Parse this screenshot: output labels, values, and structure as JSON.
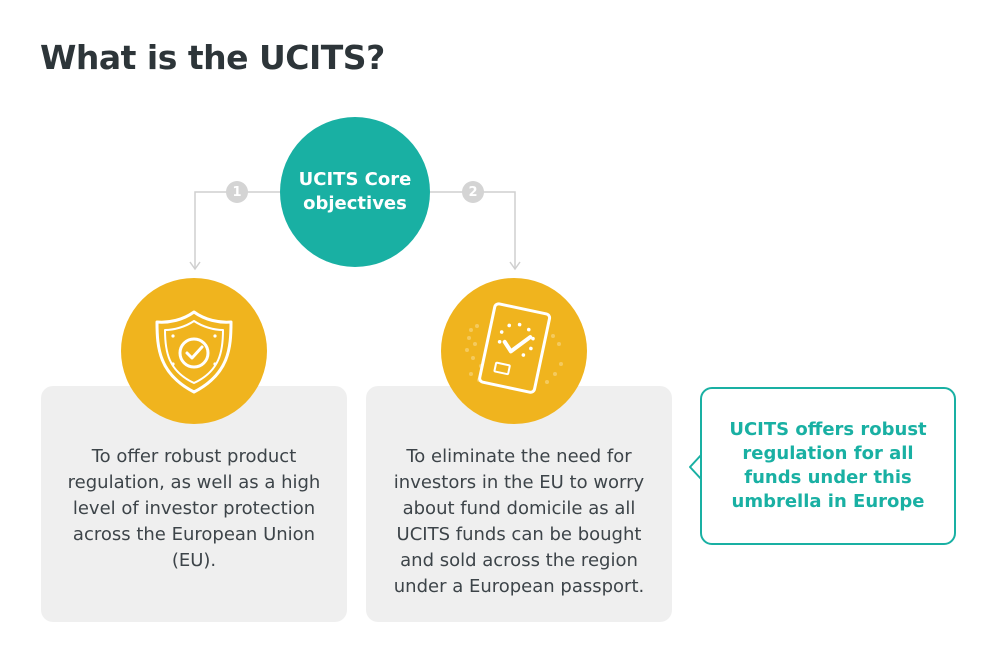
{
  "title": "What is the UCITS?",
  "core": {
    "label": "UCITS Core objectives"
  },
  "steps": [
    {
      "number": "1",
      "text": "To offer robust product regulation, as well as a high level of investor protection across the European Union (EU)."
    },
    {
      "number": "2",
      "text": "To eliminate the need for investors in the EU to worry about fund domicile as all UCITS funds can be bought and sold across the region under a European passport."
    }
  ],
  "callout": {
    "text": "UCITS offers robust regulation for all funds under this umbrella in Europe"
  },
  "colors": {
    "teal": "#19b0a3",
    "gold": "#f0b41e",
    "card": "#efefef",
    "text": "#3d4449",
    "connector": "#cfcfcf"
  },
  "icons": [
    "shield-check-icon",
    "passport-map-icon"
  ]
}
